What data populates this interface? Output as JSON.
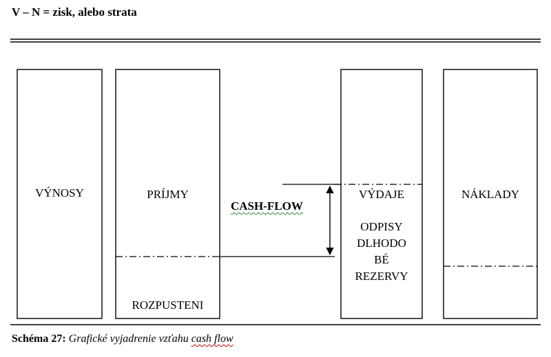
{
  "heading": "V – N  =  zisk, alebo strata",
  "boxes": {
    "vynosy": "VÝNOSY",
    "prijmy": "PRÍJMY",
    "rozpusteni": "ROZPUSTENI",
    "vydaje": "VÝDAJE",
    "odpisy_lines": [
      "ODPISY",
      "DLHODO",
      "BÉ",
      "REZERVY"
    ],
    "naklady": "NÁKLADY"
  },
  "cash_flow_label": "CASH-FLOW",
  "caption": {
    "label": "Schéma 27:",
    "text": " Grafické vyjadrenie vzťahu ",
    "squiggle": "cash flow"
  }
}
